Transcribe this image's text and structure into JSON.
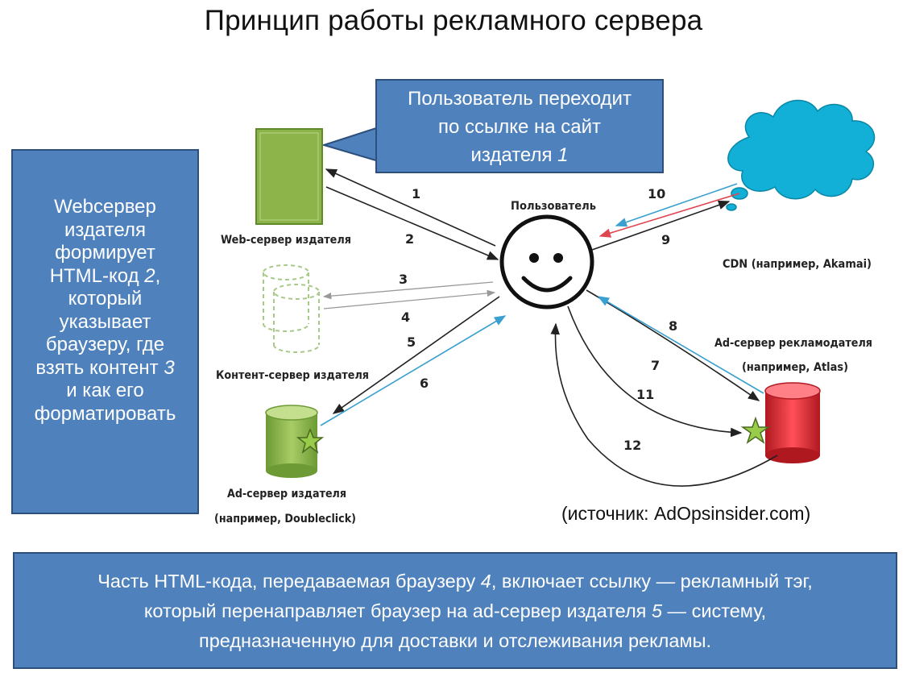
{
  "title": "Принцип работы рекламного сервера",
  "left_box": {
    "lines": [
      {
        "text": "Webсервер"
      },
      {
        "text": "издателя"
      },
      {
        "text": "формирует"
      },
      {
        "text": "HTML-код ",
        "num": "2",
        "tail": ","
      },
      {
        "text": "который"
      },
      {
        "text": "указывает"
      },
      {
        "text": "браузеру, где"
      },
      {
        "text": "взять контент ",
        "num": "3"
      },
      {
        "text": "и как его"
      },
      {
        "text": "форматировать"
      }
    ]
  },
  "bubble": {
    "line1": "Пользователь переходит",
    "line2": "по ссылке на сайт",
    "line3": "издателя ",
    "num": "1"
  },
  "bottom_box": {
    "p1": "Часть HTML-кода, передаваемая браузеру ",
    "n1": "4",
    "p2": ", включает ссылку — рекламный тэг,",
    "p3": "который перенаправляет браузер на ad-сервер издателя ",
    "n2": "5",
    "p4": " — систему,",
    "p5": "предназначенную для доставки и отслеживания рекламы."
  },
  "source": "(источник: AdOpsinsider.com)",
  "nodes": {
    "web_server": "Web-сервер издателя",
    "content_server": "Контент-сервер издателя",
    "ad_server_publisher": [
      "Ad-сервер издателя",
      "(например, Doubleclick)"
    ],
    "user": "Пользователь",
    "cdn": "CDN (например, Akamai)",
    "ad_server_advertiser": [
      "Ad-сервер рекламодателя",
      "(например, Atlas)"
    ]
  },
  "step_labels": [
    "1",
    "2",
    "3",
    "4",
    "5",
    "6",
    "7",
    "8",
    "9",
    "10",
    "11",
    "12"
  ],
  "colors": {
    "box_fill": "#4f81bd",
    "box_border": "#2c4f7c",
    "green": "#8db44a",
    "cdn_blue": "#12b0d6",
    "ad_red": "#e8303a",
    "arrow_blue": "#3aa0d0",
    "arrow_red": "#e04450",
    "arrow_dark": "#222222"
  }
}
